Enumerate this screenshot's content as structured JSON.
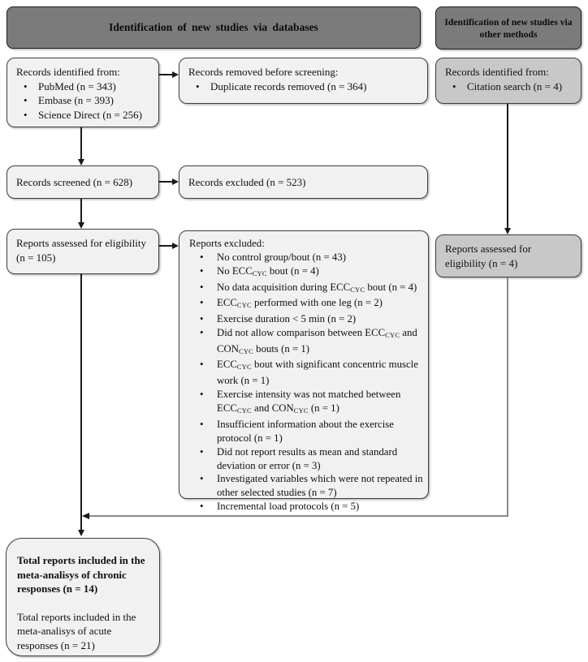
{
  "headers": {
    "databases": "Identification of new studies via databases",
    "other_methods": "Identification of new studies via other methods"
  },
  "boxes": {
    "records_identified": {
      "title": "Records identified from:",
      "bullets": [
        "PubMed (n = 343)",
        "Embase (n = 393)",
        "Science Direct (n = 256)"
      ]
    },
    "records_removed": {
      "title": "Records removed before screening:",
      "bullets": [
        "Duplicate records removed (n = 364)"
      ]
    },
    "records_identified_other": {
      "title": "Records identified from:",
      "bullets": [
        "Citation search (n = 4)"
      ]
    },
    "records_screened": {
      "text": "Records screened (n = 628)"
    },
    "records_excluded": {
      "text": "Records excluded (n = 523)"
    },
    "reports_assessed": {
      "text": "Reports assessed for eligibility (n = 105)"
    },
    "reports_assessed_other": {
      "text": "Reports assessed for eligibility (n = 4)"
    },
    "reports_excluded": {
      "title": "Reports excluded:",
      "bullets": [
        "No control group/bout (n = 43)",
        "No ECC~CYC~ bout (n = 4)",
        "No data acquisition during ECC~CYC~ bout (n = 4)",
        "ECC~CYC~ performed with one leg (n = 2)",
        "Exercise duration < 5 min (n = 2)",
        "Did not allow comparison between ECC~CYC~ and CON~CYC~ bouts (n = 1)",
        "ECC~CYC~ bout with significant concentric muscle work (n = 1)",
        "Exercise intensity was not matched between ECC~CYC~ and CON~CYC~ (n = 1)",
        "Insufficient information about the exercise protocol (n = 1)",
        "Did not report results as mean and standard deviation or error (n = 3)",
        "Investigated variables which were not repeated in other selected studies (n = 7)",
        "Incremental load protocols (n = 5)"
      ]
    },
    "total_included": {
      "chronic": "Total reports included in the meta-analisys of chronic responses (n = 14)",
      "acute": "Total reports included in the meta-analisys of acute responses (n = 21)"
    }
  },
  "colors": {
    "header-fill": "#7b7b7b",
    "box-fill": "#f1f1f1",
    "alt-fill": "#c8c8c8",
    "border": "#3d3d3d",
    "connector": "#8a8a8a",
    "arrow": "#1a1a1a"
  }
}
